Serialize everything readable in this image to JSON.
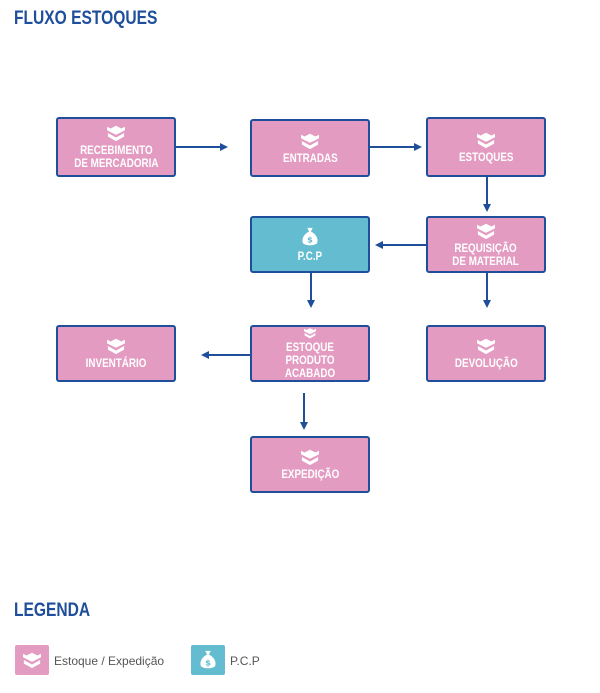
{
  "title": "FLUXO ESTOQUES",
  "nodes": {
    "recebimento": {
      "label": "RECEBIMENTO\nDE MERCADORIA",
      "type": "stock",
      "icon": "box-icon"
    },
    "entradas": {
      "label": "ENTRADAS",
      "type": "stock",
      "icon": "box-icon"
    },
    "estoques": {
      "label": "ESTOQUES",
      "type": "stock",
      "icon": "box-icon"
    },
    "pcp": {
      "label": "P.C.P",
      "type": "pcp",
      "icon": "money-bag-icon"
    },
    "requisicao": {
      "label": "REQUISIÇÃO\nDE MATERIAL",
      "type": "stock",
      "icon": "box-icon"
    },
    "inventario": {
      "label": "INVENTÁRIO",
      "type": "stock",
      "icon": "box-icon"
    },
    "estoque_pa": {
      "label": "ESTOQUE\nPRODUTO ACABADO",
      "type": "stock",
      "icon": "box-icon"
    },
    "devolucao": {
      "label": "DEVOLUÇÃO",
      "type": "stock",
      "icon": "box-icon"
    },
    "expedicao": {
      "label": "EXPEDIÇÃO",
      "type": "stock",
      "icon": "box-icon"
    }
  },
  "edges": [
    {
      "from": "recebimento",
      "to": "entradas"
    },
    {
      "from": "entradas",
      "to": "estoques"
    },
    {
      "from": "estoques",
      "to": "requisicao"
    },
    {
      "from": "requisicao",
      "to": "pcp"
    },
    {
      "from": "requisicao",
      "to": "devolucao"
    },
    {
      "from": "pcp",
      "to": "estoque_pa"
    },
    {
      "from": "estoque_pa",
      "to": "inventario"
    },
    {
      "from": "estoque_pa",
      "to": "expedicao"
    }
  ],
  "legend": {
    "title": "LEGENDA",
    "items": [
      {
        "label": "Estoque / Expedição",
        "type": "stock"
      },
      {
        "label": "P.C.P",
        "type": "pcp"
      }
    ]
  },
  "colors": {
    "stock": "#e39bc2",
    "pcp": "#63bccf",
    "border": "#1f4e9a",
    "arrow": "#1f4e9a"
  }
}
